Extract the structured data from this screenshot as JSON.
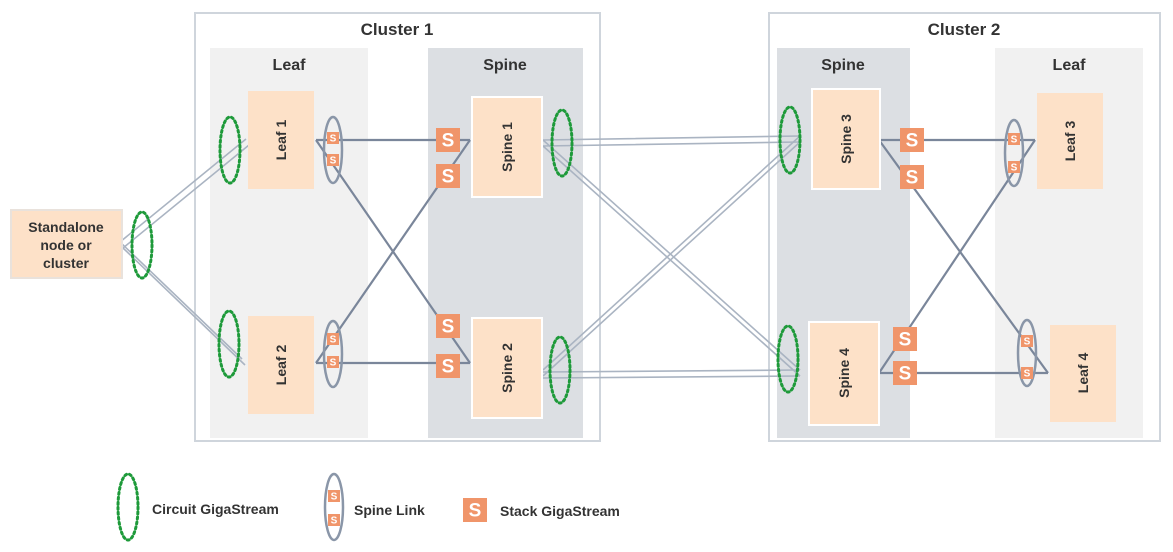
{
  "clusters": [
    {
      "title": "Cluster 1",
      "leaf_label": "Leaf",
      "spine_label": "Spine"
    },
    {
      "title": "Cluster 2",
      "leaf_label": "Leaf",
      "spine_label": "Spine"
    }
  ],
  "standalone": {
    "lines": [
      "Standalone",
      "node or",
      "cluster"
    ]
  },
  "nodes": {
    "leaf1": "Leaf 1",
    "leaf2": "Leaf 2",
    "leaf3": "Leaf 3",
    "leaf4": "Leaf 4",
    "spine1": "Spine 1",
    "spine2": "Spine 2",
    "spine3": "Spine 3",
    "spine4": "Spine 4"
  },
  "stack_glyph": "S",
  "legend": {
    "circuit": "Circuit GigaStream",
    "spine_link": "Spine Link",
    "stack": "Stack GigaStream"
  },
  "colors": {
    "node_fill": "#fde1c8",
    "stack_fill": "#f0956a",
    "circuit": "#1e9a3a",
    "spine_link": "#8a96a8",
    "link_line": "#7a869a",
    "circuit_line": "#aab4c2",
    "leaf_bg": "#f1f1f1",
    "spine_bg": "#dcdfe3",
    "cluster_border": "#cfd5dc"
  }
}
